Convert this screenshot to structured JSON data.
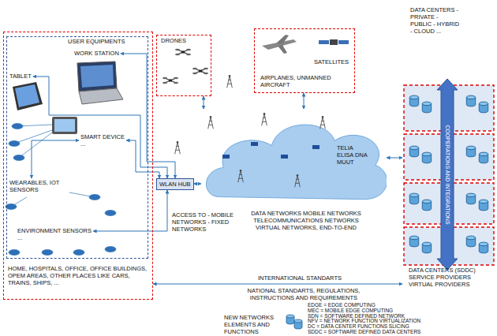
{
  "diagram": {
    "nodes": [
      {
        "text": [
          "HOME, HOSPITALS, OFFICE, OFFICE BUILDINGS, OPEM AREAS, OTHER PLACES LIKE CARS, TRAINS, SHIPS, ..."
        ]
      },
      {
        "text": [
          "USER EQUIPMENTS"
        ],
        "in": 0
      },
      {
        "text": [
          "WORK STATION"
        ],
        "in": 1
      },
      {
        "text": [
          "TABLET"
        ],
        "in": 1
      },
      {
        "text": [
          "SMART DEVICE",
          "..."
        ],
        "in": 1
      },
      {
        "text": [
          "WEARABLES, IOT SENSORS"
        ],
        "in": 1
      },
      {
        "text": [
          "ENVIRONMENT SENSORS",
          "..."
        ],
        "in": 1
      },
      {
        "text": [
          "WLAN HUB"
        ]
      },
      {
        "text": [
          "DRONES"
        ]
      },
      {
        "text": [
          "AIRPLANES, UNMANNED AIRCRAFT",
          "SATELLITES"
        ]
      },
      {
        "text": [
          "TELIA ELISA DNA MUUT"
        ]
      },
      {
        "text": [
          "DATA CENTERS - PRIVATE - PUBLIC - HYBRID - CLOUD ...",
          "DATA CENTERS (SDDC) SERVICE PROVIDERS VIRTUAL PROVIDERS"
        ]
      }
    ],
    "edges": [
      {
        "from": 2,
        "to": 7,
        "arrow": "both"
      },
      {
        "from": 3,
        "to": 7,
        "arrow": "both"
      },
      {
        "from": 4,
        "to": 7,
        "arrow": "both"
      },
      {
        "from": 5,
        "to": 4,
        "arrow": "both"
      },
      {
        "from": 6,
        "to": 7,
        "arrow": "both"
      },
      {
        "from": 7,
        "to": 10,
        "arrow": "both"
      },
      {
        "from": 8,
        "to": 10,
        "arrow": "both"
      },
      {
        "from": 9,
        "to": 10,
        "arrow": "both"
      },
      {
        "from": 10,
        "to": 11,
        "arrow": "both"
      },
      {
        "from": 0,
        "to": 11,
        "label": "INTERNATIONAL STANDARTS",
        "arrow": "both"
      }
    ],
    "labels": [
      "ACCESS TO - MOBILE NETWORKS - FIXED NETWORKS",
      "DATA NETWORKS MOBILE NETWORKS TELECOMMUNICATIONS NETWORKS VIRTUAL NETWORKS, END-TO-END",
      "NATIONAL STANDARTS, REGULATIONS, INSTRUCTIONS AND REQUIREMENTS",
      "COOPERATIONS AND INTEGRATIONS",
      "NEW NETWORKS ELEMENTS AND FUNCTIONS"
    ],
    "legend": [
      {
        "text": "EDGE = EDGE COMPUTING"
      },
      {
        "text": "MEC = MOBILE EDGE COMPUTING"
      },
      {
        "text": "SDN = SOFTWARE DEFINED NETWORK"
      },
      {
        "text": "NFV = NETWORK FUNCTION VIRTUALIZATION"
      },
      {
        "text": "DC = DATA CENTER FUNCTIONS SLICING"
      },
      {
        "text": "SDDC = SOFTWARE DEFINED DATA CENTERS"
      }
    ]
  }
}
